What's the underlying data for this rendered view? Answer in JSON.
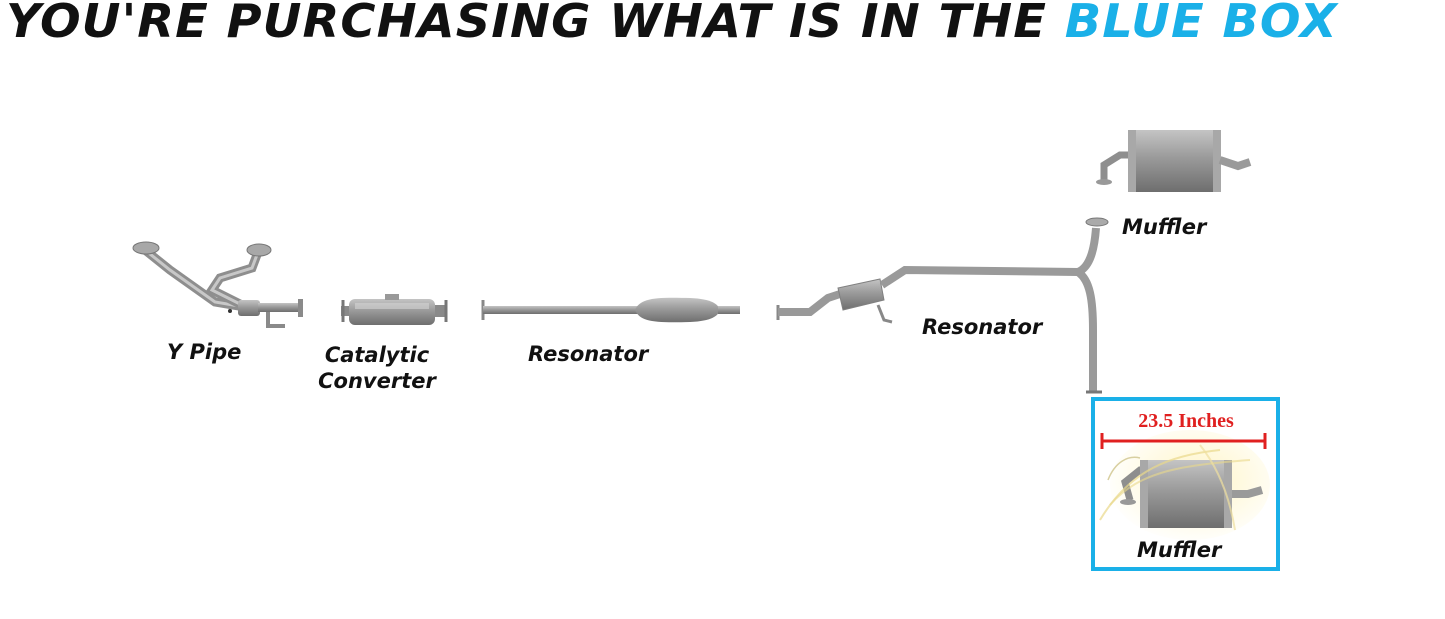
{
  "headline": {
    "text_main": "YOU'RE PURCHASING WHAT IS IN THE",
    "text_highlight": "BLUE BOX",
    "highlight_color": "#1ab0e8"
  },
  "parts": [
    {
      "id": "y_pipe",
      "label": "Y Pipe"
    },
    {
      "id": "catalytic_converter",
      "label_line1": "Catalytic",
      "label_line2": "Converter"
    },
    {
      "id": "front_resonator",
      "label": "Resonator"
    },
    {
      "id": "rear_resonator",
      "label": "Resonator"
    },
    {
      "id": "upper_muffler",
      "label": "Muffler"
    },
    {
      "id": "selected_muffler",
      "label": "Muffler",
      "in_blue_box": true
    }
  ],
  "dimension": {
    "text": "23.5 Inches",
    "color": "#e02020"
  }
}
